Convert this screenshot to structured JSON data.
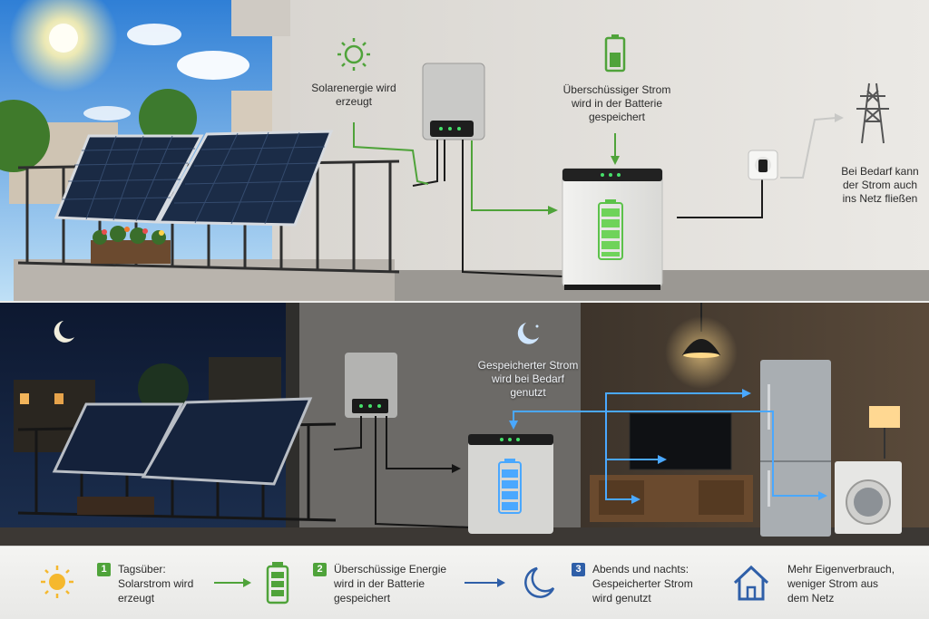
{
  "day": {
    "solar_label": [
      "Solarenergie wird",
      "erzeugt"
    ],
    "battery_label": [
      "Überschüssiger Strom",
      "wird in der Batterie",
      "gespeichert"
    ],
    "grid_label": [
      "Bei Bedarf kann",
      "der Strom auch",
      "ins Netz fließen"
    ]
  },
  "night": {
    "stored_label": [
      "Gespeicherter Strom",
      "wird bei Bedarf",
      "genutzt"
    ]
  },
  "legend": {
    "step1": {
      "number": "1",
      "lines": [
        "Tagsüber:",
        "Solarstrom wird",
        "erzeugt"
      ]
    },
    "step2": {
      "number": "2",
      "lines": [
        "Überschüssige Energie",
        "wird in der Batterie",
        "gespeichert"
      ]
    },
    "step3": {
      "number": "3",
      "lines": [
        "Abends und nachts:",
        "Gespeicherter Strom",
        "wird genutzt"
      ]
    },
    "summary": {
      "lines": [
        "Mehr Eigenverbrauch,",
        "weniger Strom aus",
        "dem Netz"
      ]
    }
  },
  "colors": {
    "solar_green": "#4fa33a",
    "flow_blue": "#4aa8ff",
    "step_blue": "#2f5fa8",
    "sun_yellow": "#f5b82e"
  },
  "icons": {
    "day_top": "sun-icon",
    "day_battery": "battery-icon",
    "grid": "power-pylon-icon",
    "night_top": "moon-icon",
    "legend": [
      "sun-icon",
      "battery-icon",
      "moon-icon",
      "house-icon"
    ]
  }
}
